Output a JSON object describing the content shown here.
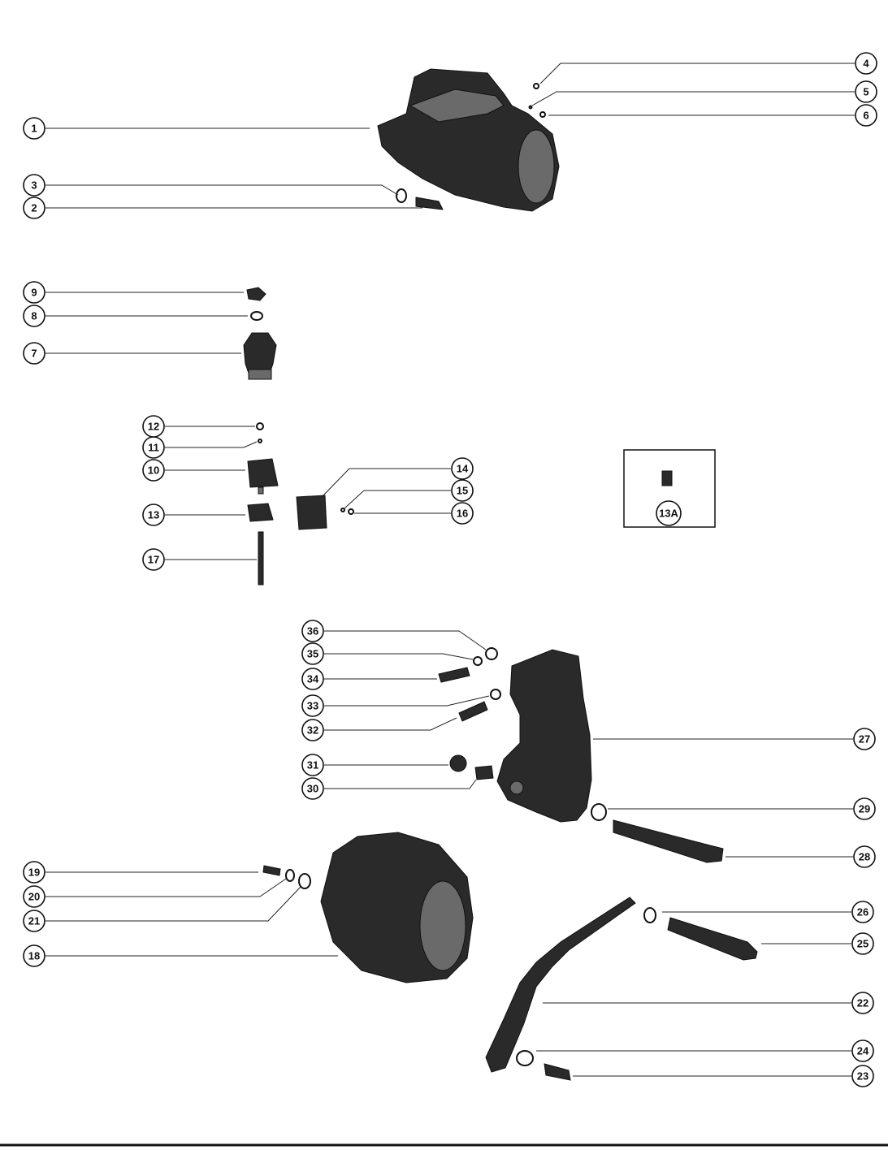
{
  "diagram": {
    "callouts": [
      {
        "label": "1"
      },
      {
        "label": "2"
      },
      {
        "label": "3"
      },
      {
        "label": "4"
      },
      {
        "label": "5"
      },
      {
        "label": "6"
      },
      {
        "label": "7"
      },
      {
        "label": "8"
      },
      {
        "label": "9"
      },
      {
        "label": "10"
      },
      {
        "label": "11"
      },
      {
        "label": "12"
      },
      {
        "label": "13"
      },
      {
        "label": "14"
      },
      {
        "label": "15"
      },
      {
        "label": "16"
      },
      {
        "label": "17"
      },
      {
        "label": "13A"
      },
      {
        "label": "36"
      },
      {
        "label": "35"
      },
      {
        "label": "34"
      },
      {
        "label": "33"
      },
      {
        "label": "32"
      },
      {
        "label": "31"
      },
      {
        "label": "30"
      },
      {
        "label": "27"
      },
      {
        "label": "29"
      },
      {
        "label": "28"
      },
      {
        "label": "19"
      },
      {
        "label": "20"
      },
      {
        "label": "21"
      },
      {
        "label": "18"
      },
      {
        "label": "26"
      },
      {
        "label": "25"
      },
      {
        "label": "22"
      },
      {
        "label": "24"
      },
      {
        "label": "23"
      }
    ]
  }
}
